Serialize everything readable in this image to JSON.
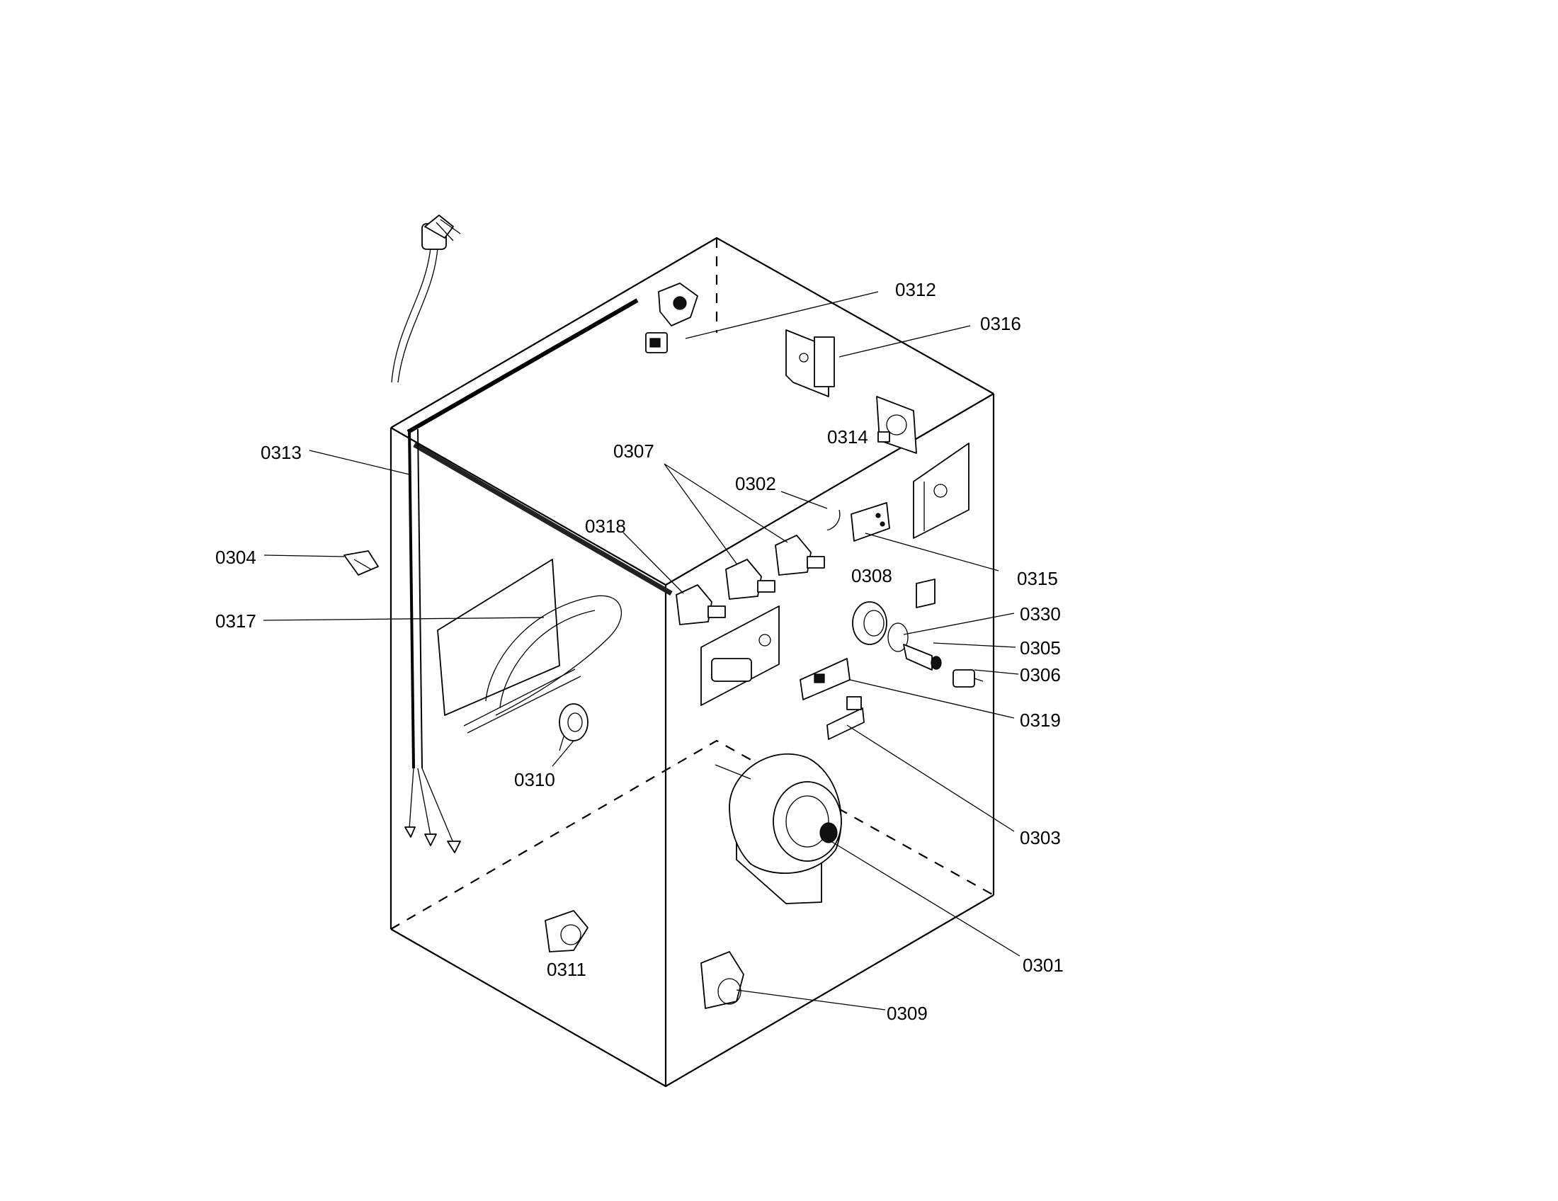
{
  "callouts": [
    {
      "id": "0312",
      "text": "0312"
    },
    {
      "id": "0316",
      "text": "0316"
    },
    {
      "id": "0314",
      "text": "0314"
    },
    {
      "id": "0313",
      "text": "0313"
    },
    {
      "id": "0307",
      "text": "0307"
    },
    {
      "id": "0302",
      "text": "0302"
    },
    {
      "id": "0318",
      "text": "0318"
    },
    {
      "id": "0304",
      "text": "0304"
    },
    {
      "id": "0308",
      "text": "0308"
    },
    {
      "id": "0315",
      "text": "0315"
    },
    {
      "id": "0330",
      "text": "0330"
    },
    {
      "id": "0317",
      "text": "0317"
    },
    {
      "id": "0305",
      "text": "0305"
    },
    {
      "id": "0306",
      "text": "0306"
    },
    {
      "id": "0319",
      "text": "0319"
    },
    {
      "id": "0310",
      "text": "0310"
    },
    {
      "id": "0303",
      "text": "0303"
    },
    {
      "id": "0301",
      "text": "0301"
    },
    {
      "id": "0311",
      "text": "0311"
    },
    {
      "id": "0309",
      "text": "0309"
    }
  ]
}
